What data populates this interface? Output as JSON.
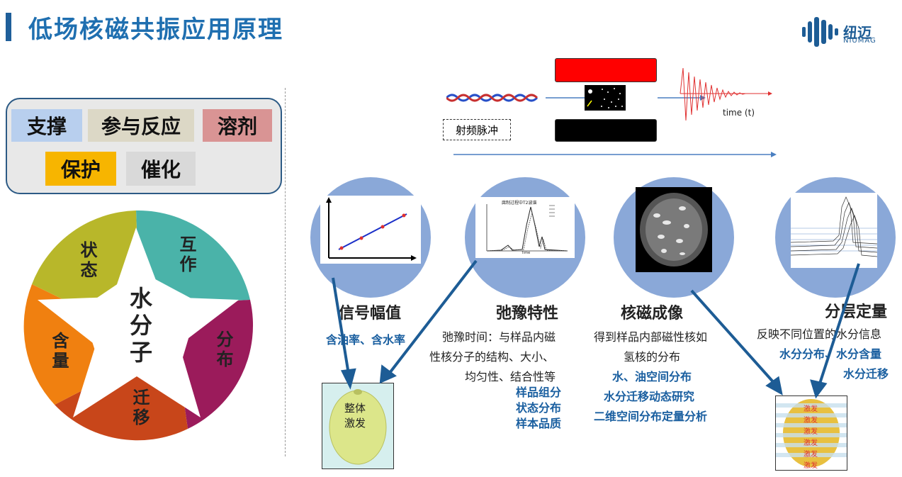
{
  "header": {
    "title": "低场核磁共振应用原理",
    "logo_name": "纽迈",
    "logo_sub": "NIUMAG"
  },
  "roles": [
    {
      "label": "支撑",
      "color": "#b8cfee"
    },
    {
      "label": "参与反应",
      "color": "#dcd8c6"
    },
    {
      "label": "溶剂",
      "color": "#d99494"
    },
    {
      "label": "保护",
      "color": "#f7b500"
    },
    {
      "label": "催化",
      "color": "#d9d9d9"
    }
  ],
  "star": {
    "center": "水分子",
    "segments": [
      {
        "label": "互作",
        "color": "#4ab3a9"
      },
      {
        "label": "分布",
        "color": "#9b1b5b"
      },
      {
        "label": "迁移",
        "color": "#c8461a"
      },
      {
        "label": "含量",
        "color": "#f08010"
      },
      {
        "label": "状态",
        "color": "#b8b72a"
      }
    ]
  },
  "pulse": {
    "rf_label": "射频脉冲",
    "time_label": "time (t)"
  },
  "panels": {
    "signal": {
      "heading": "信号幅值",
      "blue": "含油率、含水率"
    },
    "relax": {
      "heading": "弛豫特性",
      "chart_title": "腐制过程中T2波谱",
      "chart_xlabel": "Time",
      "desc": [
        "弛豫时间：与样品内磁",
        "性核分子的结构、大小、",
        "均匀性、结合性等"
      ],
      "blue": [
        "样品组分",
        "状态分布",
        "样本品质"
      ]
    },
    "imaging": {
      "heading": "核磁成像",
      "desc": [
        "得到样品内部磁性核如",
        "氢核的分布"
      ],
      "blue": [
        "水、油空间分布",
        "水分迁移动态研究",
        "二维空间分布定量分析"
      ]
    },
    "layer": {
      "heading": "分层定量",
      "desc": "反映不同位置的水分信息",
      "blue": [
        "水分分布、水分含量",
        "水分迁移"
      ]
    }
  },
  "samples": {
    "whole": "整体激发",
    "layer_label": "激发"
  }
}
